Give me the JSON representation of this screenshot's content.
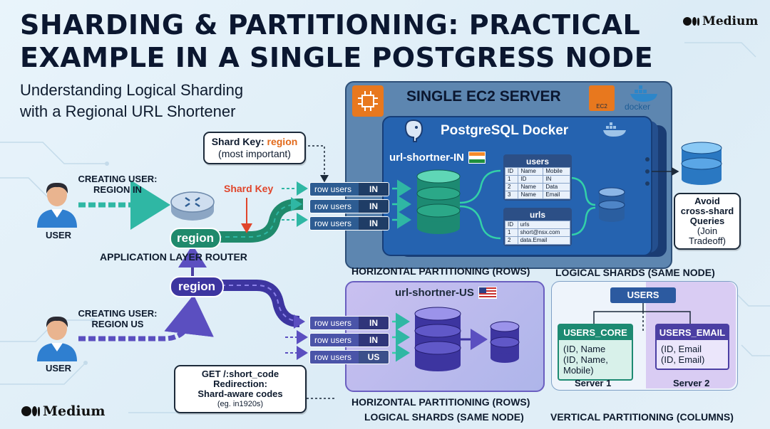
{
  "title_line1": "SHARDING & PARTITIONING: PRACTICAL",
  "title_line2": "EXAMPLE IN A SINGLE POSTGRESS NODE",
  "subtitle_line1": "Understanding Logical Sharding",
  "subtitle_line2": "with a Regional URL Shortener",
  "brand": "Medium",
  "callout_shard_key": {
    "prefix": "Shard Key: ",
    "value": "region",
    "note": "(most important)"
  },
  "shard_key_label": "Shard Key",
  "user_in": {
    "caption": "CREATING USER:",
    "region": "REGION IN",
    "label": "USER"
  },
  "user_us": {
    "caption": "CREATING USER:",
    "region": "REGION US",
    "label": "USER"
  },
  "router_label": "APPLICATION LAYER ROUTER",
  "region_pill": "region",
  "ec2": {
    "title": "SINGLE EC2 SERVER",
    "ec2_badge": "EC2",
    "docker_badge": "docker"
  },
  "postgres": {
    "title": "PostgreSQL Docker"
  },
  "shard_in": {
    "name": "url-shortner-IN",
    "flag": "IN"
  },
  "shard_us": {
    "name": "url-shortner-US",
    "flag": "US"
  },
  "rows_in": [
    {
      "label": "row users",
      "code": "IN"
    },
    {
      "label": "row users",
      "code": "IN"
    },
    {
      "label": "row users",
      "code": "IN"
    }
  ],
  "rows_us": [
    {
      "label": "row users",
      "code": "IN"
    },
    {
      "label": "row users",
      "code": "IN"
    },
    {
      "label": "row users",
      "code": "US"
    }
  ],
  "users_table": {
    "title": "users",
    "headers": [
      "ID",
      "Name",
      "Mobile"
    ],
    "rows": [
      [
        "1",
        "ID",
        "IN"
      ],
      [
        "2",
        "Name",
        "Data"
      ],
      [
        "3",
        "Name",
        "Email"
      ]
    ]
  },
  "urls_table": {
    "title": "urls",
    "headers": [
      "ID",
      "urls"
    ],
    "rows": [
      [
        "1",
        "short@nsx.com"
      ],
      [
        "2",
        "data.Email"
      ]
    ]
  },
  "avoid_callout": {
    "line1": "Avoid",
    "line2": "cross-shard",
    "line3": "Queries",
    "line4": "(Join Tradeoff)"
  },
  "horiz_rows_top": "HORIZONTAL PARTITIONING (ROWS)",
  "logical_shards_top": "LOGICAL SHARDS (SAME NODE)",
  "horiz_rows_bottom": "HORIZONTAL PARTITIONING (ROWS)",
  "logical_shards_bottom": "LOGICAL SHARDS (SAME NODE)",
  "vertical_partitioning": "VERTICAL PARTITIONING (COLUMNS)",
  "vertical": {
    "users": "USERS",
    "core": {
      "title": "USERS_CORE",
      "line1": "(ID, Name",
      "line2": "(ID, Name,",
      "line3": "Mobile)",
      "server": "Server 1"
    },
    "email": {
      "title": "USERS_EMAIL",
      "line1": "(ID, Email",
      "line2": "(ID, Email)",
      "server": "Server 2"
    }
  },
  "redirect_callout": {
    "line1": "GET /:short_code",
    "line2": "Redirection:",
    "line3": "Shard-aware codes",
    "line4": "(eg. in1920s)"
  },
  "colors": {
    "navy": "#0b1730",
    "teal": "#2fb7a4",
    "green": "#1f8a6c",
    "purple": "#4b3fa3",
    "orange": "#e26a1b",
    "red": "#e0452b"
  }
}
